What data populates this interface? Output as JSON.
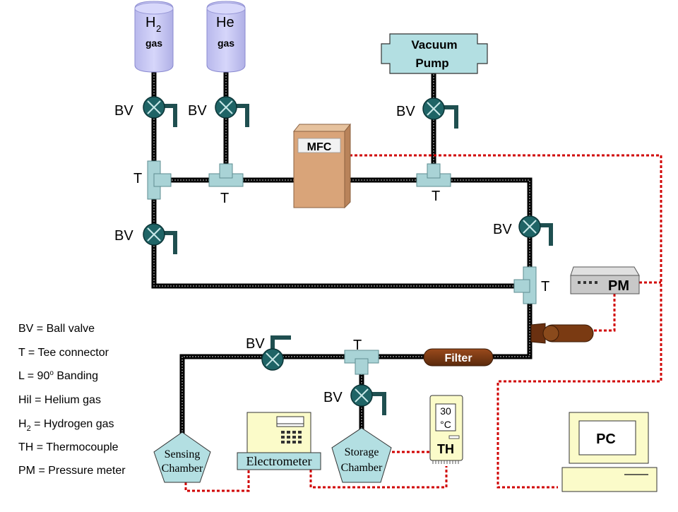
{
  "cylinders": {
    "h2": {
      "formula": "H",
      "subscript": "2",
      "label": "gas"
    },
    "he": {
      "formula": "He",
      "label": "gas"
    }
  },
  "vacuum_pump": {
    "line1": "Vacuum",
    "line2": "Pump"
  },
  "mfc": {
    "label": "MFC"
  },
  "labels": {
    "bv": "BV",
    "t": "T"
  },
  "filter": {
    "label": "Filter"
  },
  "pm": {
    "label": "PM"
  },
  "pc": {
    "label": "PC"
  },
  "electrometer": {
    "label": "Electrometer"
  },
  "sensing_chamber": {
    "line1": "Sensing",
    "line2": "Chamber"
  },
  "storage_chamber": {
    "line1": "Storage",
    "line2": "Chamber"
  },
  "thermocouple": {
    "reading": "30",
    "unit": "°C",
    "label": "TH"
  },
  "legend": [
    {
      "key": "BV",
      "sep": " = ",
      "desc": "Ball valve"
    },
    {
      "key": "T",
      "sep": " = ",
      "desc": "Tee connector"
    },
    {
      "key": "L",
      "sep": " = ",
      "desc": "90",
      "sup": "o",
      "desc2": " Banding"
    },
    {
      "key": "Hil",
      "sep": " = ",
      "desc": "Helium gas"
    },
    {
      "key": "H",
      "sub": "2",
      "sep": " = ",
      "desc": "Hydrogen gas"
    },
    {
      "key": "TH",
      "sep": " = ",
      "desc": "Thermocouple"
    },
    {
      "key": "PM",
      "sep": " = ",
      "desc": "Pressure meter"
    }
  ],
  "colors": {
    "cylinder": "#c9c9f3",
    "valve": "#1f6466",
    "tee": "#a9d3d6",
    "mfc": "#d9a479",
    "filter": "#7a3a12",
    "signal": "#d00000",
    "equipment": "#fbfbc9",
    "chamber": "#b3dfe2"
  }
}
